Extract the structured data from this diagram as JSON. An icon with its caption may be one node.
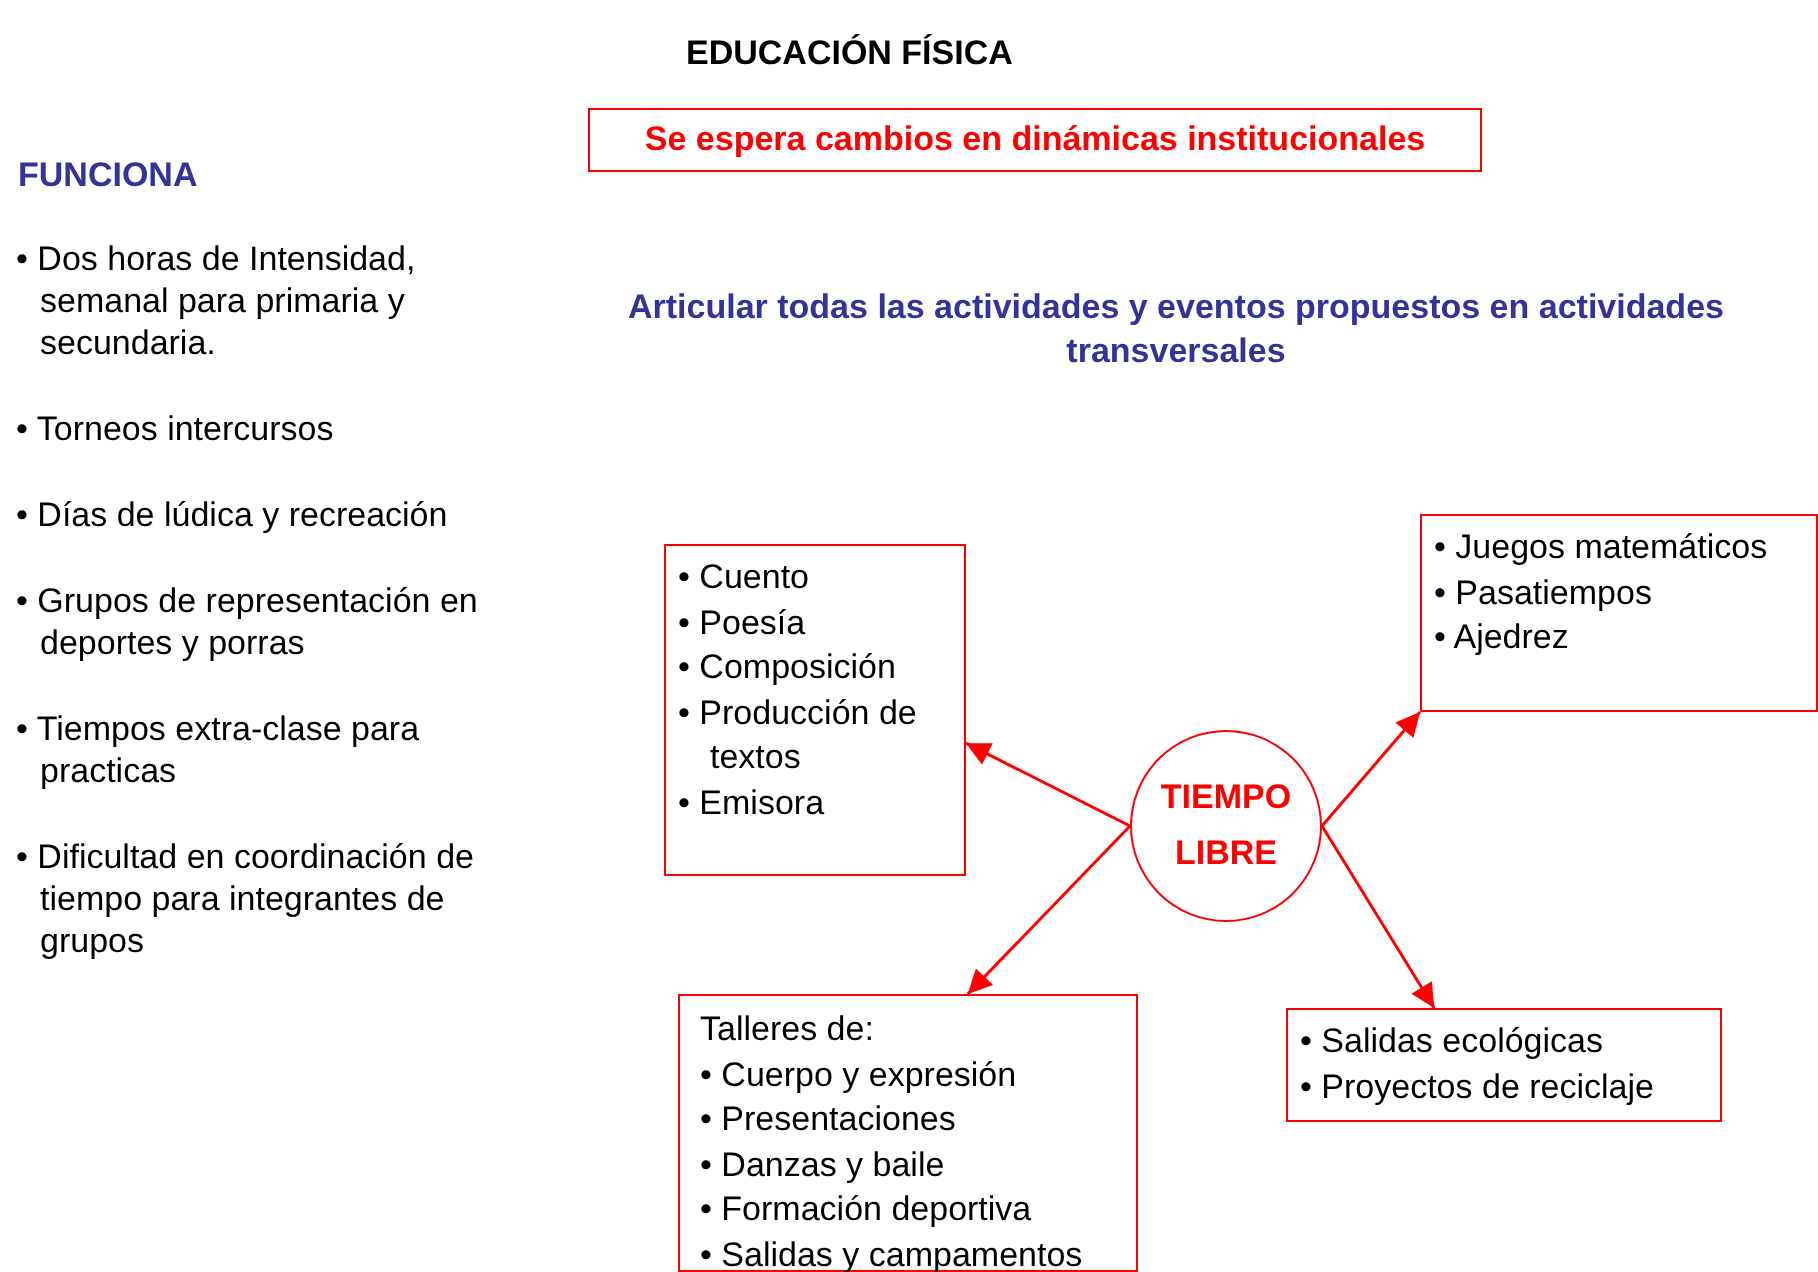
{
  "diagram": {
    "title": "EDUCACIÓN FÍSICA",
    "nodes": [
      {
        "text": [
          "Se espera cambios en dinámicas institucionales"
        ]
      },
      {
        "text": [
          "TIEMPO LIBRE"
        ]
      },
      {
        "text": [
          "• Cuento",
          "• Poesía",
          "• Composición",
          "• Producción de textos",
          "• Emisora"
        ]
      },
      {
        "text": [
          "• Juegos matemáticos",
          "• Pasatiempos",
          "• Ajedrez"
        ]
      },
      {
        "text": [
          "Talleres de:",
          "• Cuerpo y expresión",
          "• Presentaciones",
          "• Danzas y baile",
          "• Formación deportiva",
          "• Salidas y campamentos"
        ]
      },
      {
        "text": [
          "• Salidas ecológicas",
          "• Proyectos de reciclaje"
        ]
      }
    ],
    "edges": [
      {
        "from": 1,
        "to": 2,
        "arrow": "to"
      },
      {
        "from": 1,
        "to": 3,
        "arrow": "to"
      },
      {
        "from": 1,
        "to": 4,
        "arrow": "to"
      },
      {
        "from": 1,
        "to": 5,
        "arrow": "to"
      }
    ],
    "labels": [
      "FUNCIONA",
      "• Dos horas de Intensidad, semanal para primaria y secundaria.",
      "• Torneos intercursos",
      "• Días de lúdica y recreación",
      "• Grupos de representación en deportes y porras",
      "• Tiempos extra-clase para practicas",
      "• Dificultad en coordinación de tiempo para integrantes de grupos",
      "Articular todas las actividades y eventos propuestos en actividades transversales"
    ]
  }
}
